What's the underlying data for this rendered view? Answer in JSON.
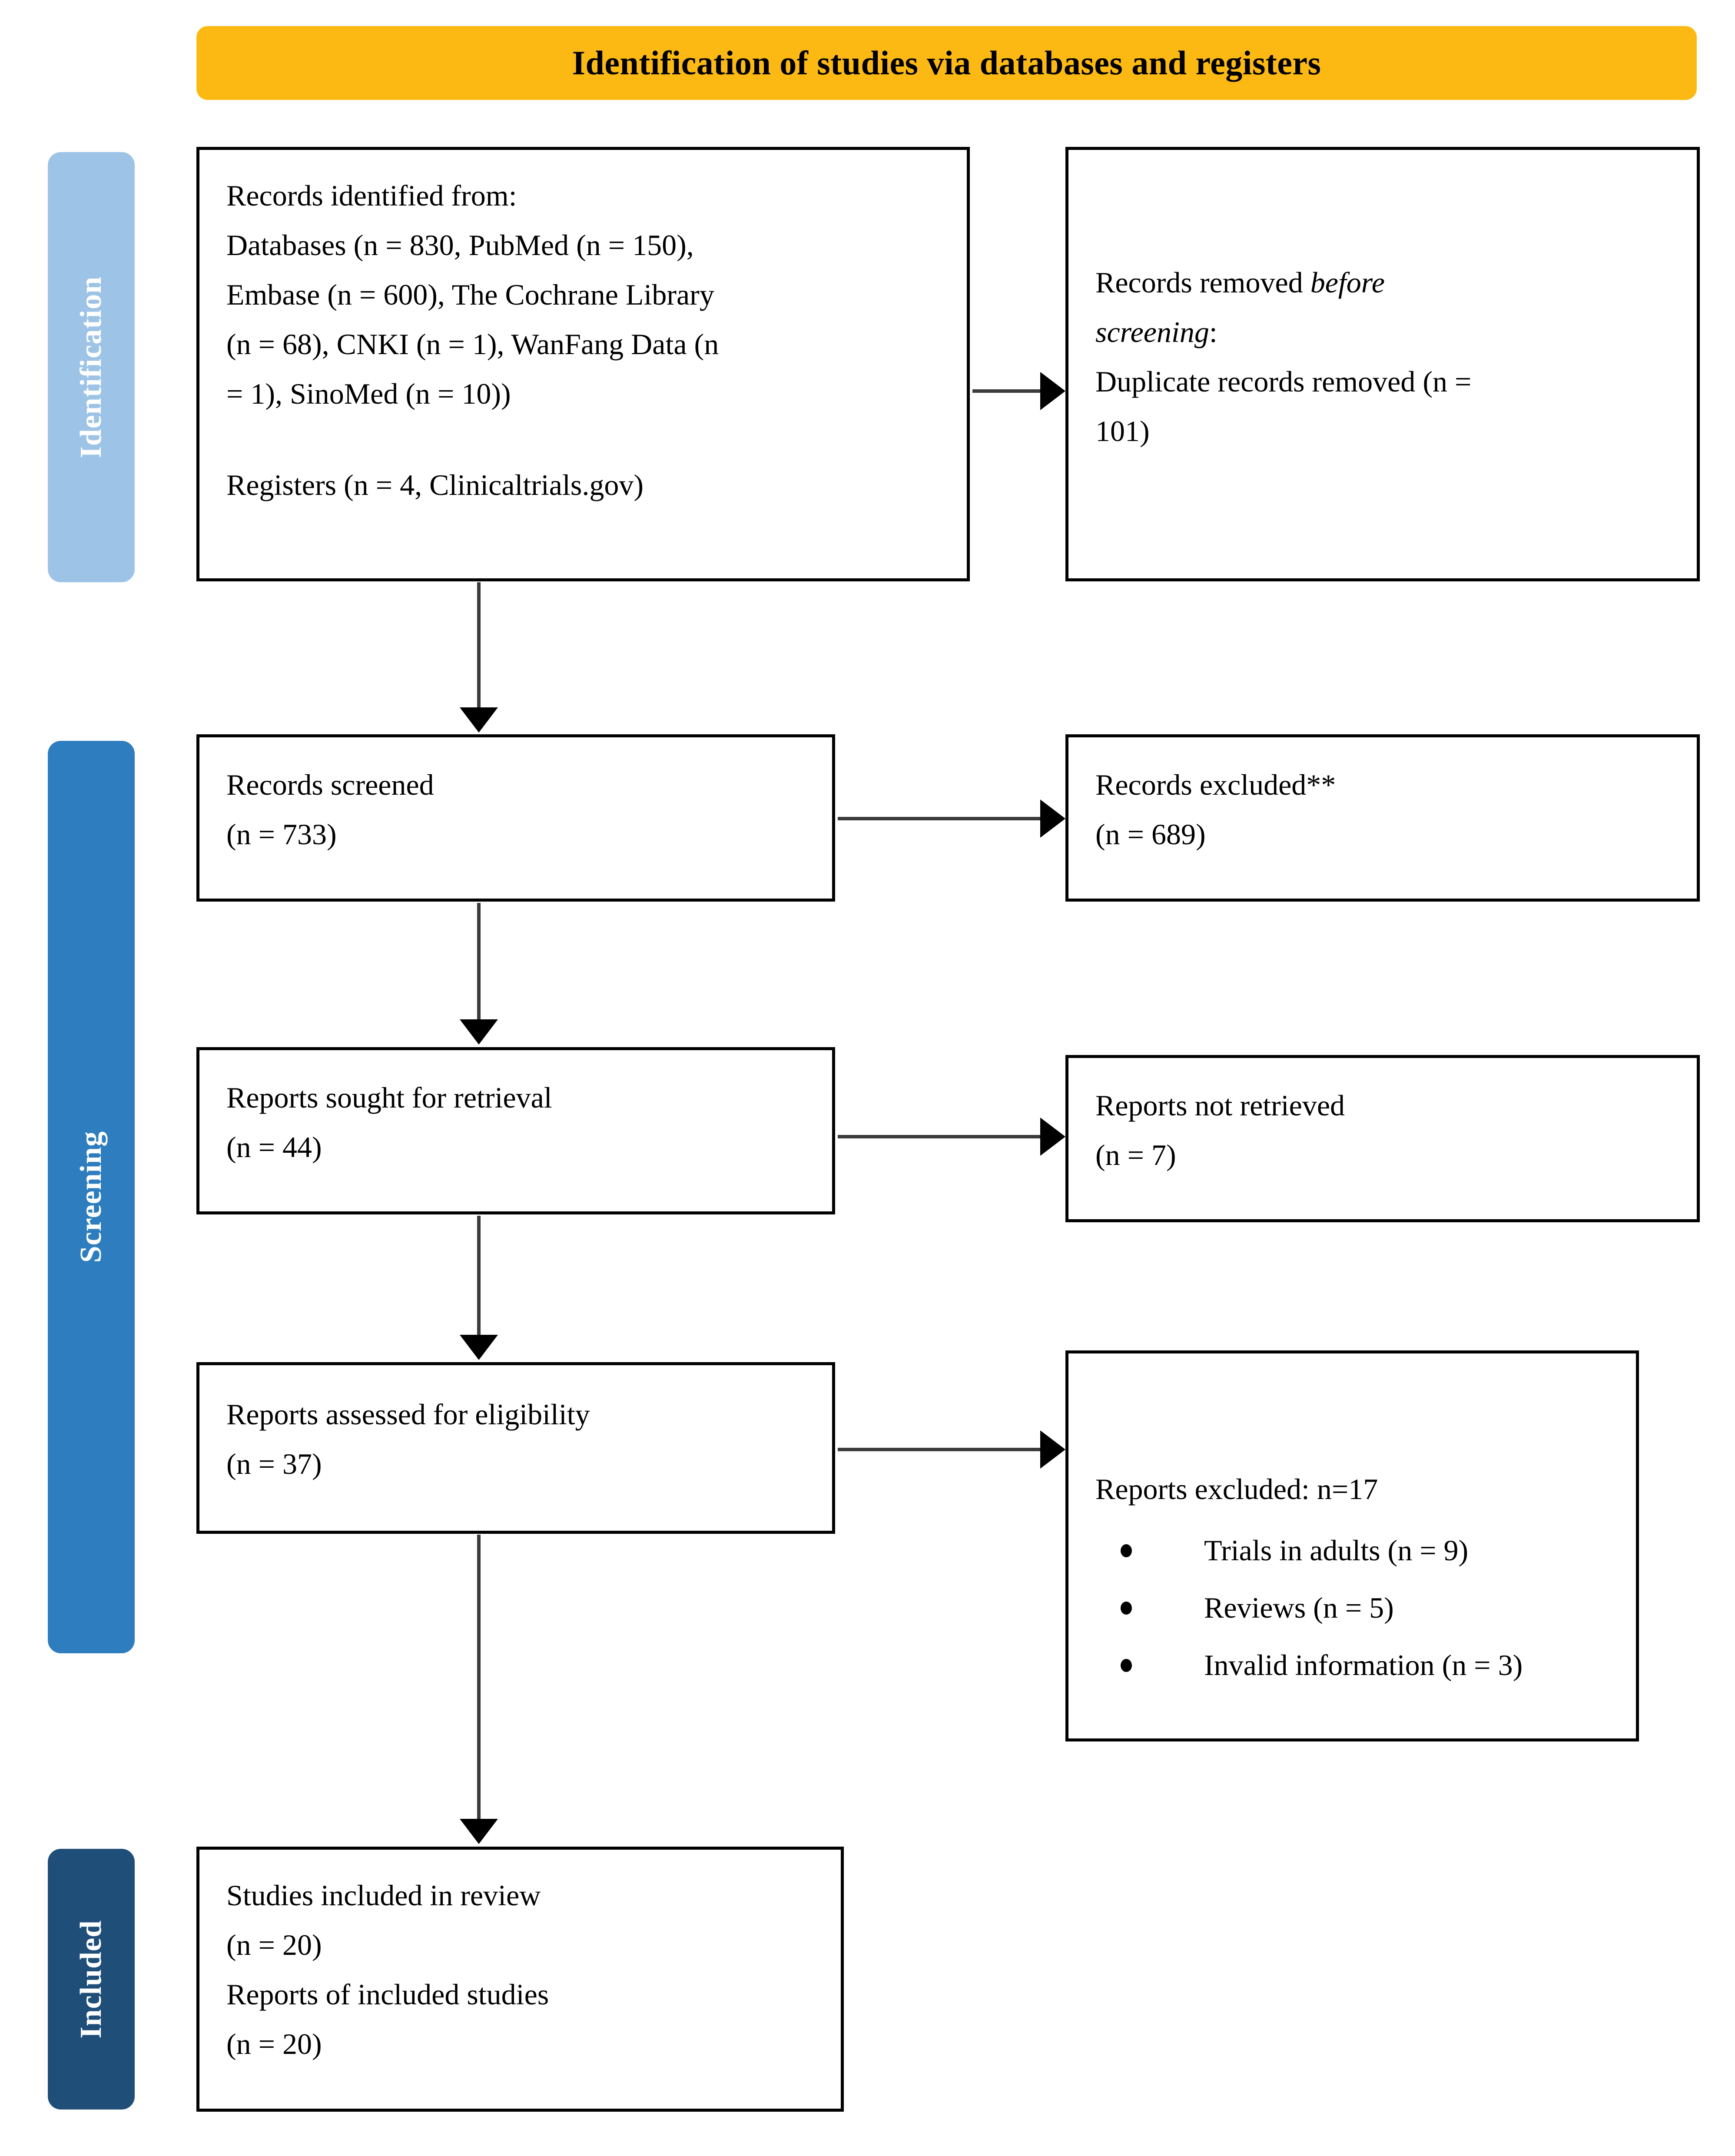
{
  "banner": {
    "title": "Identification of studies via databases and registers",
    "color": "#FDB913"
  },
  "stages": [
    {
      "key": "identification",
      "label": "Identification",
      "color": "#9DC3E6"
    },
    {
      "key": "screening",
      "label": "Screening",
      "color": "#2E7DBE"
    },
    {
      "key": "included",
      "label": "Included",
      "color": "#1F4E79"
    }
  ],
  "boxes": {
    "identified": {
      "l1": "Records identified from:",
      "l2": "Databases (n = 830, PubMed (n = 150),",
      "l3": "Embase (n = 600), The Cochrane Library",
      "l4": "(n = 68), CNKI (n = 1), WanFang Data (n",
      "l5": "= 1), SinoMed (n = 10))",
      "l6": "Registers (n = 4, Clinicaltrials.gov)"
    },
    "removed": {
      "l1a": "Records removed ",
      "l1b": "before",
      "l2a": "screening",
      "l2b": ":",
      "l3": "Duplicate records removed (n =",
      "l4": "101)"
    },
    "screened": {
      "l1": "Records screened",
      "l2": "(n = 733)"
    },
    "excluded": {
      "l1": "Records excluded**",
      "l2": "(n = 689)"
    },
    "sought": {
      "l1": "Reports sought for retrieval",
      "l2": "(n = 44)"
    },
    "not_retrieved": {
      "l1": "Reports not retrieved",
      "l2": "(n = 7)"
    },
    "assessed": {
      "l1": "Reports assessed for eligibility",
      "l2": "(n = 37)"
    },
    "reports_excluded": {
      "heading": "Reports excluded: n=17",
      "items": [
        "Trials in adults (n = 9)",
        "Reviews (n = 5)",
        "Invalid information (n = 3)"
      ]
    },
    "included": {
      "l1": "Studies included in review",
      "l2": "(n = 20)",
      "l3": "Reports of included studies",
      "l4": "(n = 20)"
    }
  }
}
